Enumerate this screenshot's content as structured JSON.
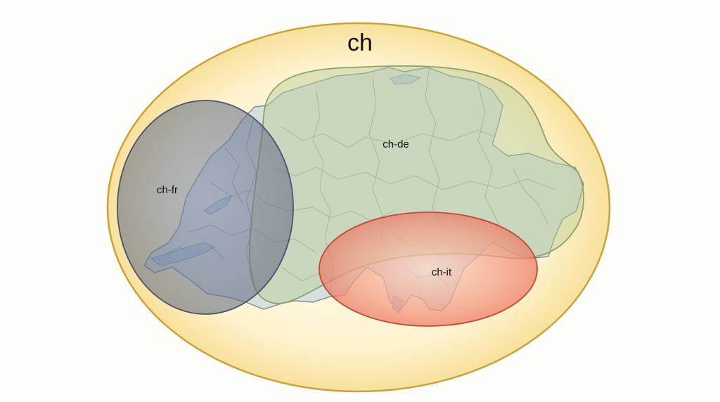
{
  "diagram": {
    "outer_set": {
      "label": "ch",
      "fill": "#fae7a8",
      "stroke": "#c9a33a"
    },
    "subsets": [
      {
        "id": "ch-de",
        "label": "ch-de",
        "fill": "#b9cc96",
        "stroke": "#8ea06a"
      },
      {
        "id": "ch-fr",
        "label": "ch-fr",
        "fill": "#5e6a88",
        "stroke": "#48536e"
      },
      {
        "id": "ch-it",
        "label": "ch-it",
        "fill": "#ee6a5a",
        "stroke": "#c24a3a"
      }
    ],
    "map_fill": "#c9d8de",
    "map_border_color": "#7c8c96"
  }
}
